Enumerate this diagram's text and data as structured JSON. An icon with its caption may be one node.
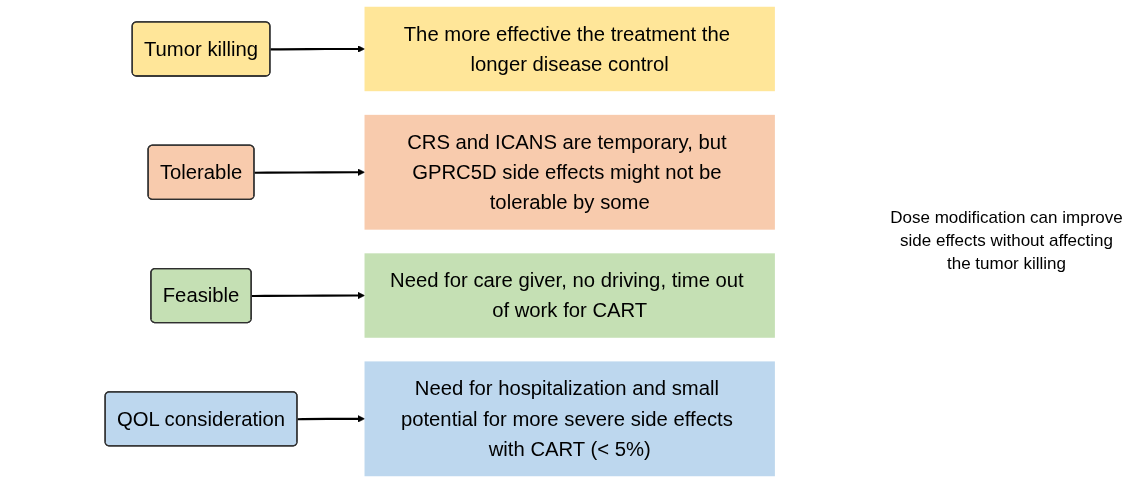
{
  "diagram": {
    "nodes": [
      {
        "text": [
          "Tumor killing"
        ]
      },
      {
        "text": [
          "Tolerable"
        ]
      },
      {
        "text": [
          "Feasible"
        ]
      },
      {
        "text": [
          "QOL consideration"
        ]
      },
      {
        "text": [
          "The more effective the treatment the longer disease control"
        ]
      },
      {
        "text": [
          "CRS and ICANS are temporary, but GPRC5D side effects might not be tolerable by some"
        ]
      },
      {
        "text": [
          "Need for care giver, no driving, time out of work for CART"
        ]
      },
      {
        "text": [
          "Need for hospitalization and small potential for more severe side effects with CART (< 5%)"
        ]
      }
    ],
    "edges": [
      {
        "from": 0,
        "to": 4,
        "arrow": "to"
      },
      {
        "from": 1,
        "to": 5,
        "arrow": "to"
      },
      {
        "from": 2,
        "to": 6,
        "arrow": "to"
      },
      {
        "from": 3,
        "to": 7,
        "arrow": "to"
      }
    ],
    "labels": [
      "Dose modification can improve side effects without affecting the tumor killing"
    ]
  }
}
